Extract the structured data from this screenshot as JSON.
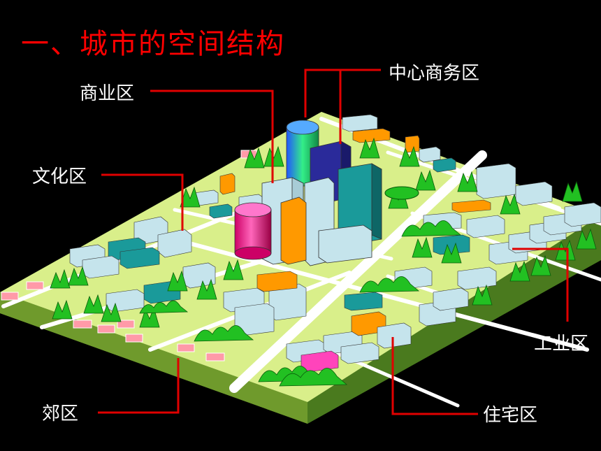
{
  "title": "一、城市的空间结构",
  "labels": {
    "cbd": "中心商务区",
    "commercial": "商业区",
    "cultural": "文化区",
    "industrial": "工业区",
    "suburb": "郊区",
    "residential": "住宅区"
  },
  "colors": {
    "background": "#000000",
    "title": "#ff0000",
    "leader_line": "#e00000",
    "ground": "#d9ef8a",
    "road": "#ffffff",
    "tree": "#22c022"
  }
}
